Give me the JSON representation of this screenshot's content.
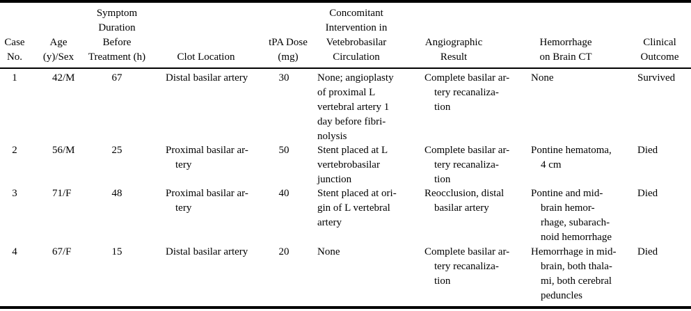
{
  "table": {
    "headers": [
      [
        "Case",
        "No."
      ],
      [
        "Age",
        "(y)/Sex"
      ],
      [
        "Symptom",
        "Duration",
        "Before",
        "Treatment (h)"
      ],
      [
        "Clot Location"
      ],
      [
        "tPA Dose",
        "(mg)"
      ],
      [
        "Concomitant",
        "Intervention in",
        "Vetebrobasilar",
        "Circulation"
      ],
      [
        "Angiographic",
        "Result"
      ],
      [
        "Hemorrhage",
        "on Brain CT"
      ],
      [
        "Clinical",
        "Outcome"
      ]
    ],
    "rows": [
      [
        [
          "1"
        ],
        [
          "42/M"
        ],
        [
          "67"
        ],
        [
          "Distal basilar artery"
        ],
        [
          "30"
        ],
        [
          "None; angioplasty",
          "of proximal L",
          "vertebral artery 1",
          "day before fibri-",
          "nolysis"
        ],
        [
          "Complete basilar ar-",
          "tery recanaliza-",
          "tion"
        ],
        [
          "None"
        ],
        [
          "Survived"
        ]
      ],
      [
        [
          "2"
        ],
        [
          "56/M"
        ],
        [
          "25"
        ],
        [
          "Proximal basilar ar-",
          "tery"
        ],
        [
          "50"
        ],
        [
          "Stent placed at L",
          "vertebrobasilar",
          "junction"
        ],
        [
          "Complete basilar ar-",
          "tery recanaliza-",
          "tion"
        ],
        [
          "Pontine hematoma,",
          "4 cm"
        ],
        [
          "Died"
        ]
      ],
      [
        [
          "3"
        ],
        [
          "71/F"
        ],
        [
          "48"
        ],
        [
          "Proximal basilar ar-",
          "tery"
        ],
        [
          "40"
        ],
        [
          "Stent placed at ori-",
          "gin of L vertebral",
          "artery"
        ],
        [
          "Reocclusion, distal",
          "basilar artery"
        ],
        [
          "Pontine and mid-",
          "brain hemor-",
          "rhage, subarach-",
          "noid hemorrhage"
        ],
        [
          "Died"
        ]
      ],
      [
        [
          "4"
        ],
        [
          "67/F"
        ],
        [
          "15"
        ],
        [
          "Distal basilar artery"
        ],
        [
          "20"
        ],
        [
          "None"
        ],
        [
          "Complete basilar ar-",
          "tery recanaliza-",
          "tion"
        ],
        [
          "Hemorrhage in mid-",
          "brain, both thala-",
          "mi, both cerebral",
          "peduncles"
        ],
        [
          "Died"
        ]
      ]
    ]
  }
}
